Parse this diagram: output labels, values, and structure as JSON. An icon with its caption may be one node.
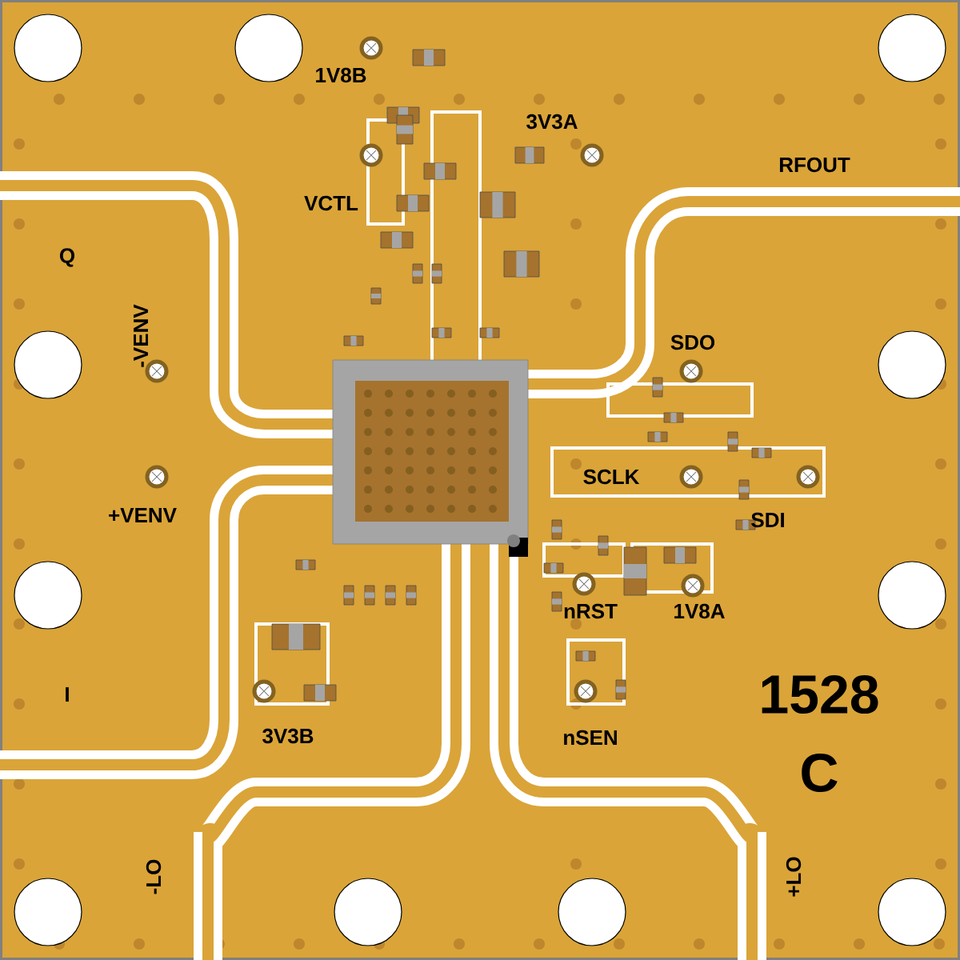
{
  "diagram": {
    "labels": [
      "1V8B",
      "3V3A",
      "VCTL",
      "RFOUT",
      "Q",
      "-VENV",
      "SDO",
      "+VENV",
      "SCLK",
      "SDI",
      "nRST",
      "1V8A",
      "I",
      "3V3B",
      "nSEN",
      "1528",
      "C",
      "-LO",
      "+LO"
    ]
  }
}
